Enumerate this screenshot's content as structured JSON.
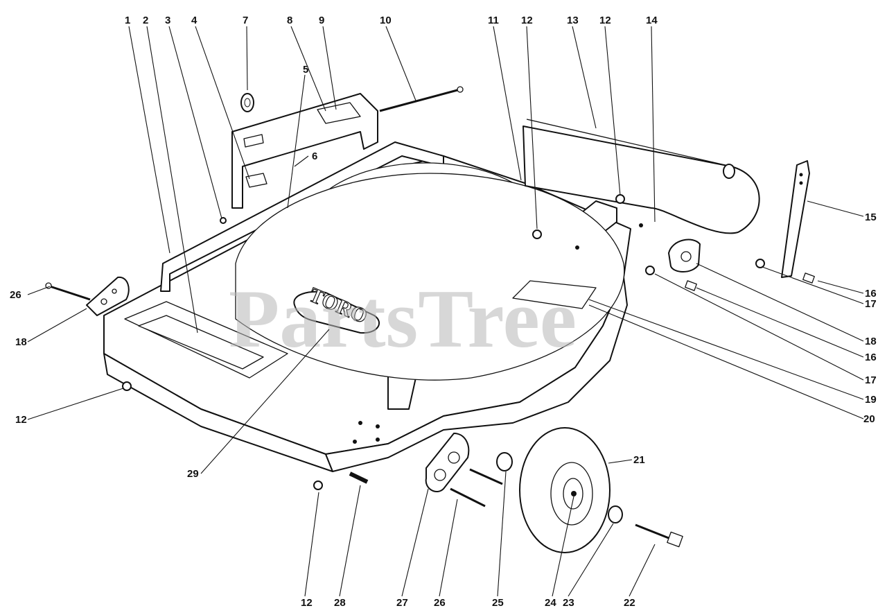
{
  "watermark": "PartsTree",
  "logo": "TORO",
  "callouts": [
    {
      "id": "c1",
      "label": "1"
    },
    {
      "id": "c2",
      "label": "2"
    },
    {
      "id": "c3",
      "label": "3"
    },
    {
      "id": "c4",
      "label": "4"
    },
    {
      "id": "c5",
      "label": "5"
    },
    {
      "id": "c6",
      "label": "6"
    },
    {
      "id": "c7",
      "label": "7"
    },
    {
      "id": "c8",
      "label": "8"
    },
    {
      "id": "c9",
      "label": "9"
    },
    {
      "id": "c10",
      "label": "10"
    },
    {
      "id": "c11",
      "label": "11"
    },
    {
      "id": "c12a",
      "label": "12"
    },
    {
      "id": "c13",
      "label": "13"
    },
    {
      "id": "c12b",
      "label": "12"
    },
    {
      "id": "c14",
      "label": "14"
    },
    {
      "id": "c15",
      "label": "15"
    },
    {
      "id": "c16a",
      "label": "16"
    },
    {
      "id": "c17a",
      "label": "17"
    },
    {
      "id": "c18a",
      "label": "18"
    },
    {
      "id": "c16b",
      "label": "16"
    },
    {
      "id": "c17b",
      "label": "17"
    },
    {
      "id": "c19",
      "label": "19"
    },
    {
      "id": "c20",
      "label": "20"
    },
    {
      "id": "c26a",
      "label": "26"
    },
    {
      "id": "c18b",
      "label": "18"
    },
    {
      "id": "c12c",
      "label": "12"
    },
    {
      "id": "c29",
      "label": "29"
    },
    {
      "id": "c21",
      "label": "21"
    },
    {
      "id": "c12d",
      "label": "12"
    },
    {
      "id": "c28",
      "label": "28"
    },
    {
      "id": "c27",
      "label": "27"
    },
    {
      "id": "c26b",
      "label": "26"
    },
    {
      "id": "c25",
      "label": "25"
    },
    {
      "id": "c24",
      "label": "24"
    },
    {
      "id": "c23",
      "label": "23"
    },
    {
      "id": "c22",
      "label": "22"
    }
  ]
}
